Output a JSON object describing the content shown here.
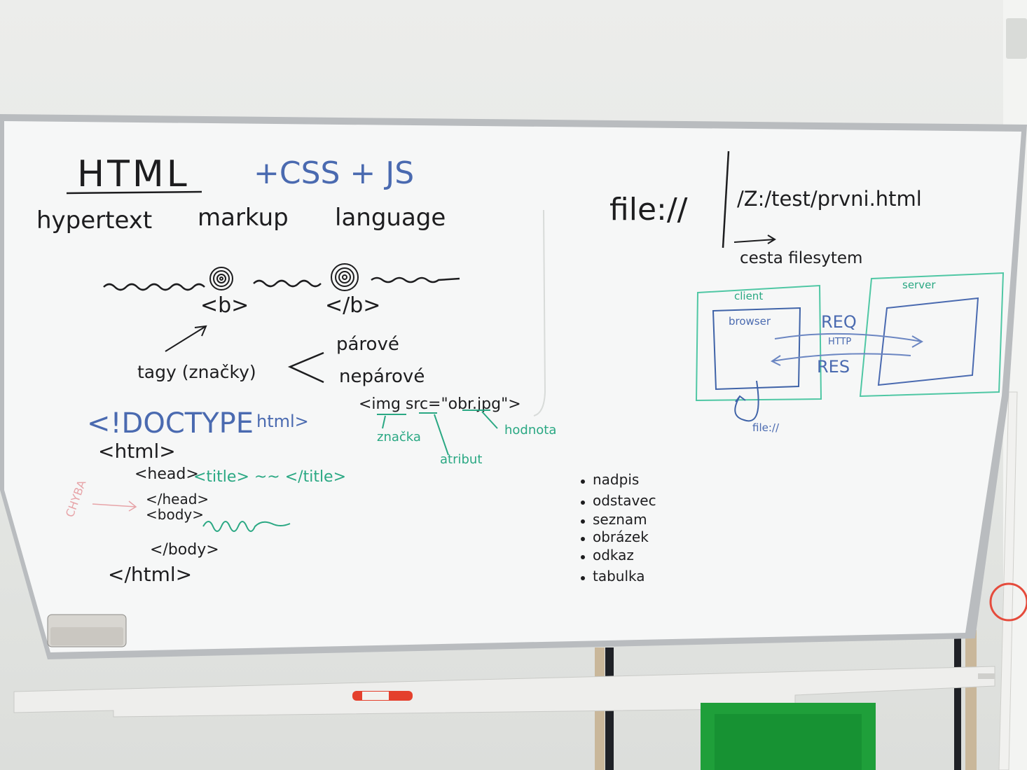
{
  "board": {
    "heading": {
      "title": "HTML",
      "addons": "+CSS + JS",
      "expansion": [
        "hypertext",
        "markup",
        "language"
      ]
    },
    "tags": {
      "open_tag": "<b>",
      "close_tag": "</b>",
      "label": "tagy (značky)",
      "types": [
        "párové",
        "nepárové"
      ]
    },
    "img_example": {
      "code": "<img src=\"obr.jpg\">",
      "labels": {
        "tag": "značka",
        "attribute": "atribut",
        "value": "hodnota"
      }
    },
    "document": {
      "doctype": "<!DOCTYPE",
      "doctype_arg": "html>",
      "html_open": "<html>",
      "head_open": "<head>",
      "title": "<title> ~~ </title>",
      "head_close": "</head>",
      "body_open": "<body>",
      "body_close": "</body>",
      "html_close": "</html>",
      "error_note": "CHYBA"
    },
    "path": {
      "scheme": "file://",
      "path": "/Z:/test/prvni.html",
      "caption": "cesta filesytem"
    },
    "diagram": {
      "client": "client",
      "browser": "browser",
      "server": "server",
      "request": "REQ",
      "protocol": "HTTP",
      "response": "RES",
      "local": "file://"
    },
    "list": [
      "nadpis",
      "odstavec",
      "seznam",
      "obrázek",
      "odkaz",
      "tabulka"
    ]
  },
  "colors": {
    "ink_black": "#1d1d1f",
    "ink_blue": "#4a6ab0",
    "ink_green": "#2aa883",
    "ink_pink": "#e7a4a8",
    "board_white": "#f6f7f7"
  }
}
